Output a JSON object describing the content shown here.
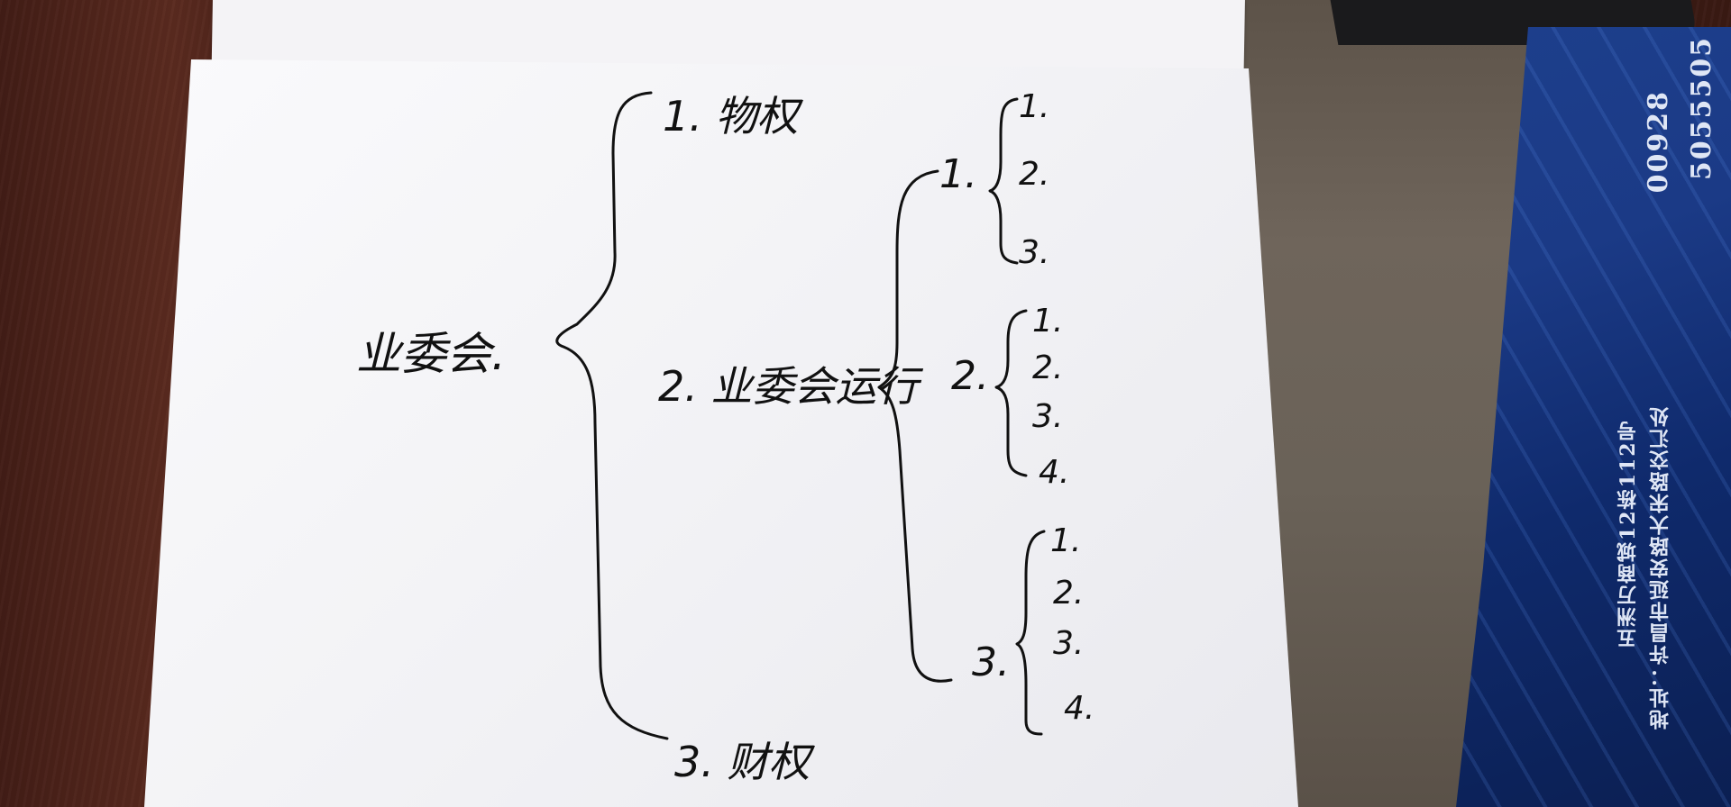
{
  "note": {
    "root": "业委会.",
    "branches": [
      {
        "label": "1. 物权"
      },
      {
        "label": "2. 业委会运行"
      },
      {
        "label": "3. 财权"
      }
    ],
    "sub_groups": [
      {
        "label": "1.",
        "items": [
          "1.",
          "2.",
          "3."
        ]
      },
      {
        "label": "2.",
        "items": [
          "1.",
          "2.",
          "3.",
          "4."
        ]
      },
      {
        "label": "3.",
        "items": [
          "1.",
          "2.",
          "3.",
          "4."
        ]
      }
    ]
  },
  "card": {
    "phone_1": "5055505",
    "phone_2": "00928",
    "address_line_1": "地址：许昌市延安路大宋路交汇处",
    "address_line_2": "五洲万商城12栋112号"
  },
  "colors": {
    "ink": "#111111",
    "paper": "#f6f6f9",
    "card_blue": "#1b3a86"
  }
}
